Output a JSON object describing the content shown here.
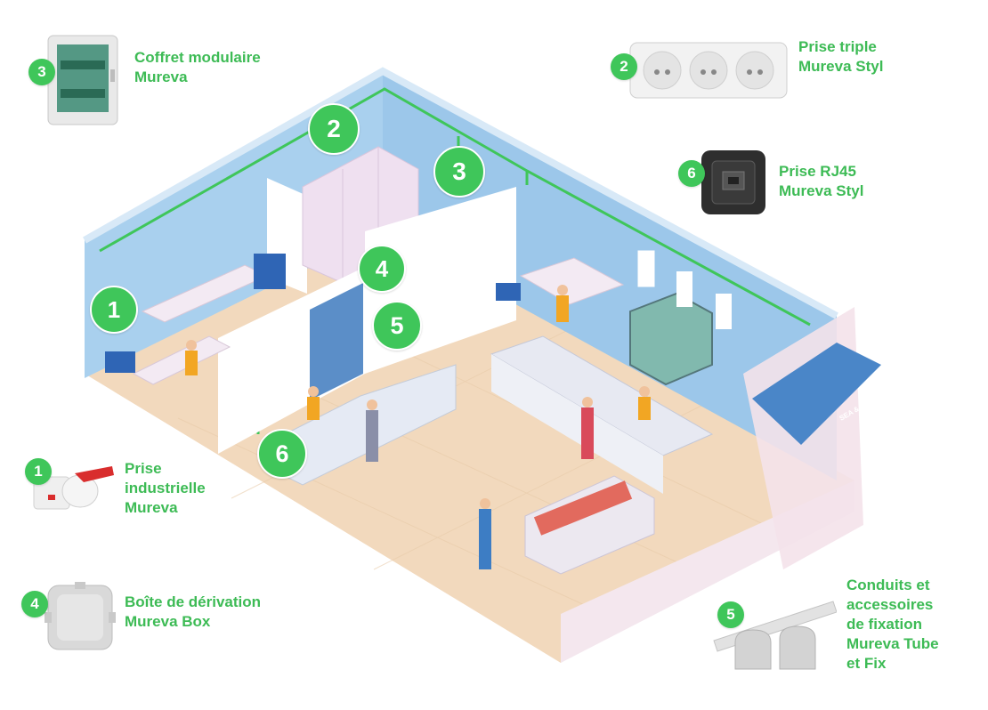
{
  "callouts": [
    {
      "number": "3",
      "name": "Coffret modulaire\nMureva",
      "icon": "modular-enclosure-icon"
    },
    {
      "number": "2",
      "name": "Prise triple\nMureva Styl",
      "icon": "triple-socket-icon"
    },
    {
      "number": "6",
      "name": "Prise RJ45\nMureva Styl",
      "icon": "rj45-socket-icon"
    },
    {
      "number": "1",
      "name": "Prise\nindustrielle\nMureva",
      "icon": "industrial-socket-icon"
    },
    {
      "number": "4",
      "name": "Boîte de dérivation\nMureva Box",
      "icon": "junction-box-icon"
    },
    {
      "number": "5",
      "name": "Conduits et\naccessoires\nde fixation\nMureva Tube\net Fix",
      "icon": "conduit-clips-icon"
    }
  ],
  "scene_markers": [
    "1",
    "2",
    "3",
    "4",
    "5",
    "6"
  ],
  "shop_sign": "SEA & SUN",
  "colors": {
    "accent_green": "#3fc65a",
    "label_green": "#3dbb55",
    "wall_blue": "#a9d0ee",
    "floor": "#f2d9bd",
    "awning": "#4a86c8"
  }
}
